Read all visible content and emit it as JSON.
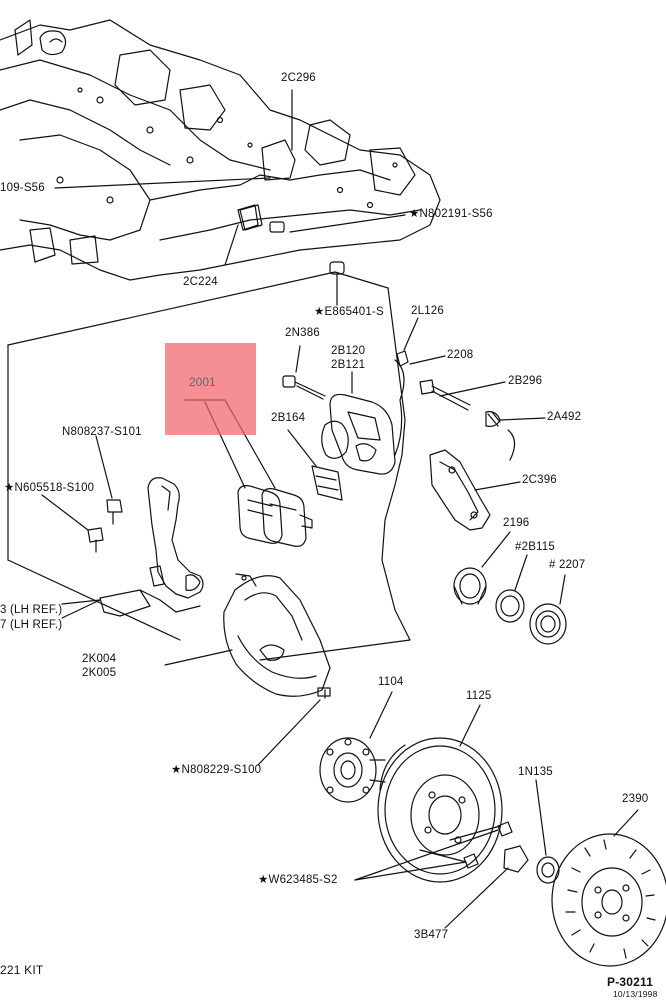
{
  "diagram": {
    "highlight_color": "#f0666b",
    "highlighted_part": "2001",
    "footer": {
      "kit": "221 KIT",
      "page_id": "P-30211",
      "date": "10/13/1998"
    },
    "labels": {
      "l_2C296": "2C296",
      "l_S56_left": "109-S56",
      "l_N802191": "★N802191-S56",
      "l_2C224": "2C224",
      "l_E865401": "★E865401-S",
      "l_2L126": "2L126",
      "l_2N386": "2N386",
      "l_2B120": "2B120",
      "l_2B121": "2B121",
      "l_2208": "2208",
      "l_2B296": "2B296",
      "l_2A492": "2A492",
      "l_2B164": "2B164",
      "l_N808237": "N808237-S101",
      "l_2C396": "2C396",
      "l_N605518": "★N605518-S100",
      "l_2196": "2196",
      "l_2B115": "#2B115",
      "l_2207": "# 2207",
      "l_LH1": "3 (LH REF.)",
      "l_LH2": "7 (LH REF.)",
      "l_2K004": "2K004",
      "l_2K005": "2K005",
      "l_1104": "1104",
      "l_1125": "1125",
      "l_N808229": "★N808229-S100",
      "l_1N135": "1N135",
      "l_2390": "2390",
      "l_W623485": "★W623485-S2",
      "l_3B477": "3B477"
    }
  }
}
